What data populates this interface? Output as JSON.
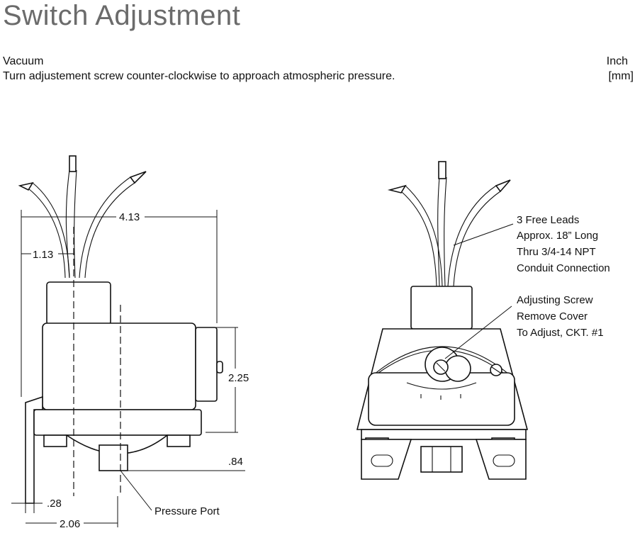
{
  "header": {
    "title": "Switch Adjustment",
    "mode": "Vacuum",
    "instruction": "Turn adjustement screw counter-clockwise to approach atmospheric pressure.",
    "unit_primary": "Inch",
    "unit_secondary": "[mm]"
  },
  "side_view": {
    "dim_width": "4.13",
    "dim_offset": "1.13",
    "dim_height": "2.25",
    "dim_port": ".84",
    "dim_base": ".28",
    "dim_center": "2.06",
    "label_port": "Pressure Port"
  },
  "front_view": {
    "leads_line1": "3 Free Leads",
    "leads_line2": "Approx. 18” Long",
    "leads_line3": "Thru 3/4-14 NPT",
    "leads_line4": "Conduit Connection",
    "screw_line1": "Adjusting Screw",
    "screw_line2": "Remove Cover",
    "screw_line3": "To Adjust, CKT. #1"
  }
}
